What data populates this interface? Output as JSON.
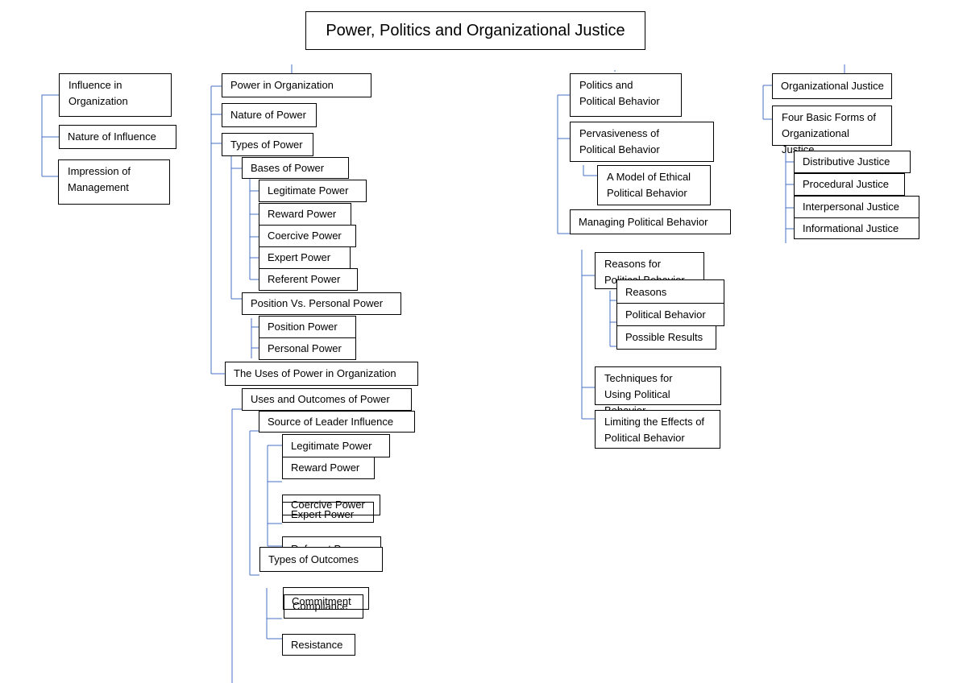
{
  "title": "Power, Politics and Organizational Justice",
  "influence": {
    "in_org": "Influence in Organization",
    "nature": "Nature of Influence",
    "impression": "Impression of Management"
  },
  "power": {
    "root": "Power in Organization",
    "nature": "Nature of Power",
    "types": "Types of Power",
    "bases": "Bases of Power",
    "legitimate": "Legitimate Power",
    "reward": "Reward Power",
    "coercive": "Coercive Power",
    "expert": "Expert Power",
    "referent": "Referent Power",
    "position_vs_personal": "Position Vs. Personal Power",
    "position": "Position Power",
    "personal": "Personal Power",
    "uses": "The Uses of Power in Organization",
    "uses_outcomes": "Uses and Outcomes of Power",
    "source_leader": "Source of Leader Influence",
    "s_legitimate": "Legitimate Power",
    "s_reward": "Reward Power",
    "s_coercive": "Coercive Power",
    "s_expert": "Expert Power",
    "s_referent": "Referent Power",
    "types_outcomes": "Types of Outcomes",
    "commitment": "Commitment",
    "compliance": "Compliance",
    "resistance": "Resistance"
  },
  "politics": {
    "root": "Politics and Political Behavior",
    "pervasiveness": "Pervasiveness of Political Behavior",
    "ethical_model": "A Model of Ethical Political Behavior",
    "managing": "Managing Political Behavior",
    "reasons_for": "Reasons for Political Behavior",
    "reasons": "Reasons",
    "political_behavior": "Political Behavior",
    "possible_results": "Possible Results",
    "techniques": "Techniques for Using Political Behavior",
    "limiting": "Limiting the Effects of Political Behavior"
  },
  "justice": {
    "root": "Organizational Justice",
    "four_forms": "Four Basic Forms of Organizational Justice",
    "distributive": "Distributive Justice",
    "procedural": "Procedural Justice",
    "interpersonal": "Interpersonal Justice",
    "informational": "Informational Justice"
  },
  "colors": {
    "connector": "#4472c4",
    "border": "#000000"
  }
}
